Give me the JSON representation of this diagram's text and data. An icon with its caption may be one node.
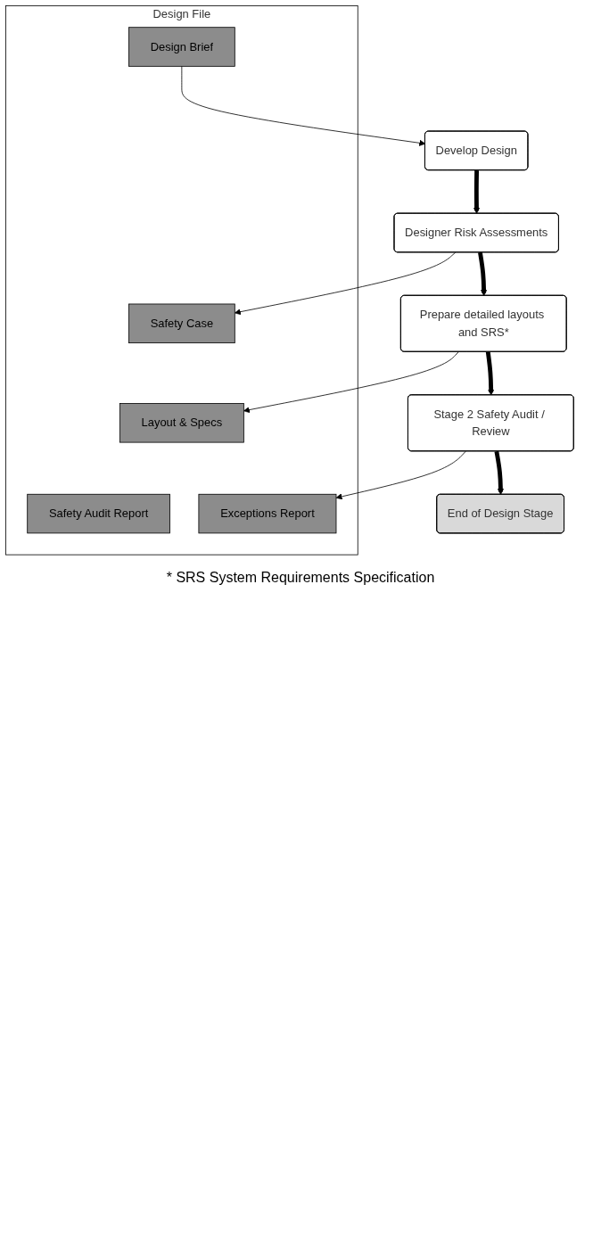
{
  "diagram": {
    "nodes": [
      {
        "text": [
          "Develop Design"
        ]
      },
      {
        "text": [
          "Designer Risk Assessments"
        ]
      },
      {
        "text": [
          "Prepare detailed layouts and SRS*"
        ]
      },
      {
        "text": [
          "Stage 2 Safety Audit / Review"
        ]
      },
      {
        "text": [
          "End of Design Stage"
        ]
      },
      {
        "text": [
          "Design File"
        ]
      },
      {
        "text": [
          "Design Brief"
        ],
        "in": 5
      },
      {
        "text": [
          "Safety Case"
        ],
        "in": 5
      },
      {
        "text": [
          "Layout & Specs"
        ],
        "in": 5
      },
      {
        "text": [
          "Exceptions Report"
        ],
        "in": 5
      },
      {
        "text": [
          "Safety Audit Report"
        ],
        "in": 5
      }
    ],
    "edges": [
      {
        "from": 0,
        "to": 1,
        "arrow": "to",
        "style": "thick"
      },
      {
        "from": 1,
        "to": 2,
        "arrow": "to",
        "style": "thick"
      },
      {
        "from": 2,
        "to": 3,
        "arrow": "to",
        "style": "thick"
      },
      {
        "from": 3,
        "to": 4,
        "arrow": "to",
        "style": "thick"
      },
      {
        "from": 6,
        "to": 0,
        "arrow": "to"
      },
      {
        "from": 1,
        "to": 7,
        "arrow": "to"
      },
      {
        "from": 2,
        "to": 8,
        "arrow": "to"
      },
      {
        "from": 3,
        "to": 9,
        "arrow": "to"
      }
    ],
    "labels": [
      "* SRS System Requirements Specification"
    ]
  }
}
